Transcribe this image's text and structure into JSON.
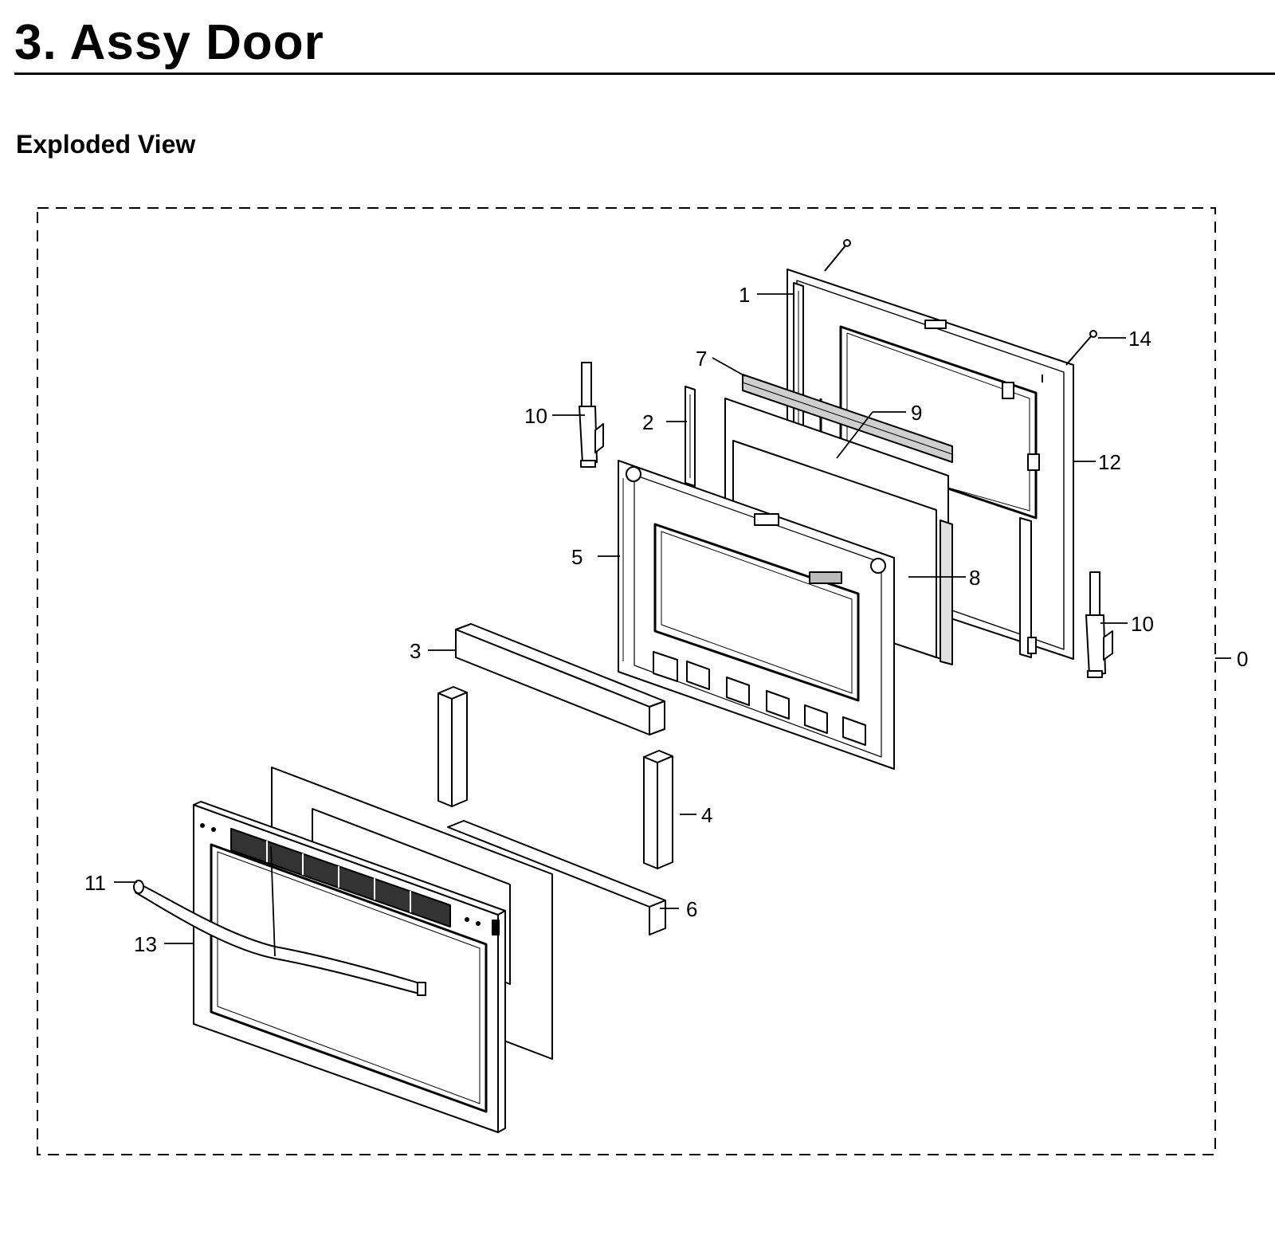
{
  "page": {
    "title": "3.  Assy Door",
    "subtitle": "Exploded View"
  },
  "callouts": {
    "c0": "0",
    "c1": "1",
    "c2": "2",
    "c3": "3",
    "c4": "4",
    "c5": "5",
    "c6": "6",
    "c7": "7",
    "c8": "8",
    "c9": "9",
    "c10a": "10",
    "c10b": "10",
    "c11": "11",
    "c12": "12",
    "c13": "13",
    "c14": "14"
  }
}
